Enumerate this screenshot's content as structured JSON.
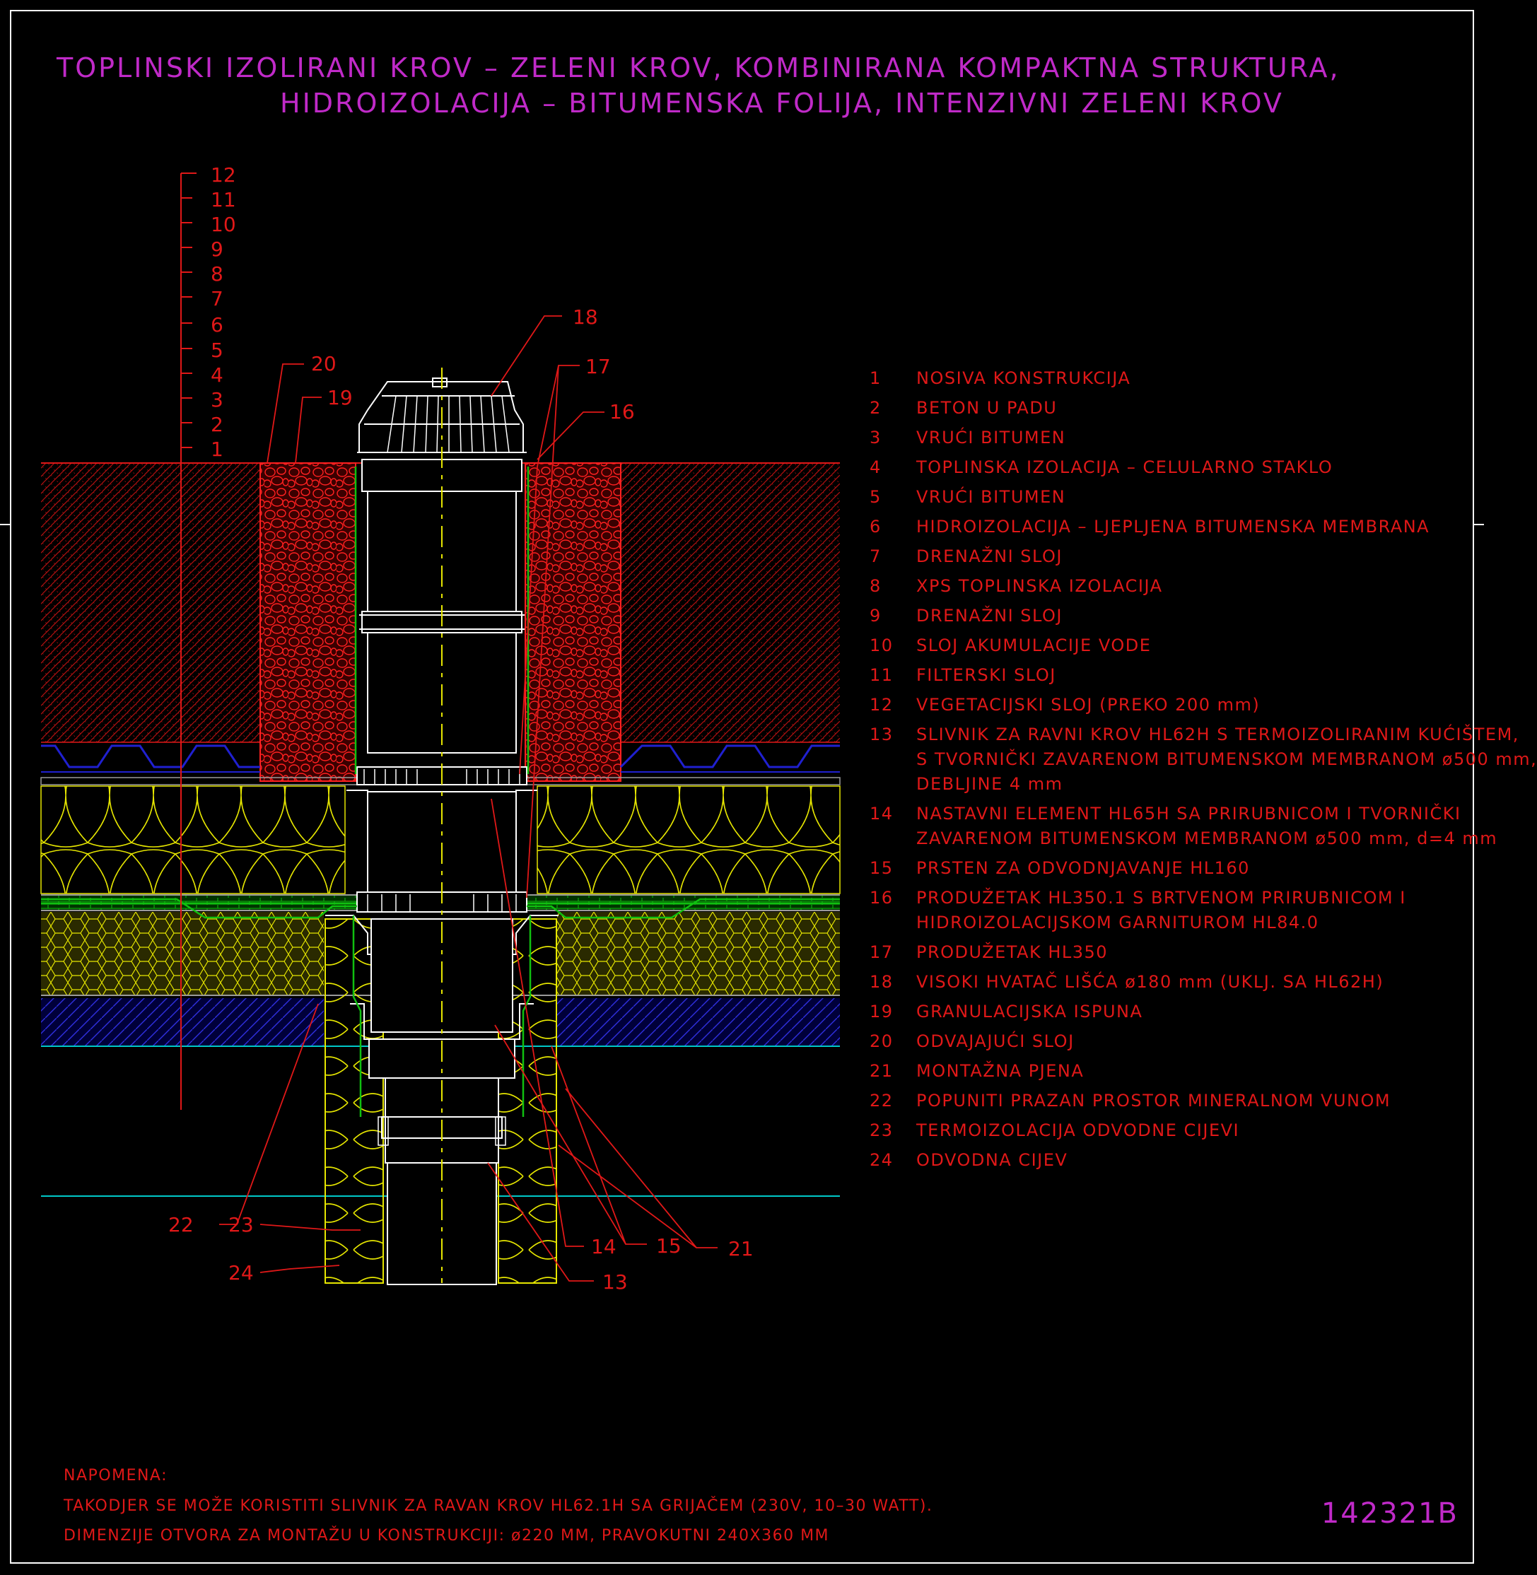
{
  "title": {
    "line1": "TOPLINSKI IZOLIRANI KROV – ZELENI KROV, KOMBINIRANA KOMPAKTNA STRUKTURA,",
    "line2": "HIDROIZOLACIJA – BITUMENSKA FOLIJA, INTENZIVNI ZELENI KROV"
  },
  "scale_labels": [
    "1",
    "2",
    "3",
    "4",
    "5",
    "6",
    "7",
    "8",
    "9",
    "10",
    "11",
    "12"
  ],
  "callouts": {
    "c13": "13",
    "c14": "14",
    "c15": "15",
    "c16": "16",
    "c17": "17",
    "c18": "18",
    "c19": "19",
    "c20": "20",
    "c21": "21",
    "c22": "22",
    "c23": "23",
    "c24": "24"
  },
  "legend": [
    {
      "num": "1",
      "text": "NOSIVA KONSTRUKCIJA"
    },
    {
      "num": "2",
      "text": "BETON U PADU"
    },
    {
      "num": "3",
      "text": "VRUĆI BITUMEN"
    },
    {
      "num": "4",
      "text": "TOPLINSKA IZOLACIJA – CELULARNO STAKLO"
    },
    {
      "num": "5",
      "text": "VRUĆI BITUMEN"
    },
    {
      "num": "6",
      "text": "HIDROIZOLACIJA – LJEPLJENA BITUMENSKA MEMBRANA"
    },
    {
      "num": "7",
      "text": "DRENAŽNI SLOJ"
    },
    {
      "num": "8",
      "text": "XPS TOPLINSKA IZOLACIJA"
    },
    {
      "num": "9",
      "text": "DRENAŽNI SLOJ"
    },
    {
      "num": "10",
      "text": "SLOJ AKUMULACIJE VODE"
    },
    {
      "num": "11",
      "text": "FILTERSKI SLOJ"
    },
    {
      "num": "12",
      "text": "VEGETACIJSKI SLOJ (PREKO 200 mm)"
    },
    {
      "num": "13",
      "text": "SLIVNIK ZA RAVNI KROV HL62H S TERMOIZOLIRANIM KUĆIŠTEM,\nS TVORNIČKI ZAVARENOM BITUMENSKOM MEMBRANOM ø500 mm,\nDEBLJINE 4 mm"
    },
    {
      "num": "14",
      "text": "NASTAVNI ELEMENT HL65H SA PRIRUBNICOM I TVORNIČKI\nZAVARENOM BITUMENSKOM MEMBRANOM ø500 mm, d=4 mm"
    },
    {
      "num": "15",
      "text": "PRSTEN ZA ODVODNJAVANJE HL160"
    },
    {
      "num": "16",
      "text": "PRODUŽETAK HL350.1 S BRTVENOM PRIRUBNICOM I\nHIDROIZOLACIJSKOM GARNITUROM HL84.0"
    },
    {
      "num": "17",
      "text": "PRODUŽETAK HL350"
    },
    {
      "num": "18",
      "text": "VISOKI HVATAČ LIŠĆA ø180 mm (UKLJ. SA HL62H)"
    },
    {
      "num": "19",
      "text": "GRANULACIJSKA ISPUNA"
    },
    {
      "num": "20",
      "text": "ODVAJAJUĆI SLOJ"
    },
    {
      "num": "21",
      "text": "MONTAŽNA PJENA"
    },
    {
      "num": "22",
      "text": "POPUNITI PRAZAN PROSTOR MINERALNOM VUNOM"
    },
    {
      "num": "23",
      "text": "TERMOIZOLACIJA ODVODNE CIJEVI"
    },
    {
      "num": "24",
      "text": "ODVODNA CIJEV"
    }
  ],
  "notes": {
    "heading": "NAPOMENA:",
    "line1": "TAKODJER SE MOŽE KORISTITI SLIVNIK ZA RAVAN KROV HL62.1H SA GRIJAČEM (230V, 10–30 WATT).",
    "line2": "DIMENZIJE OTVORA ZA MONTAŽU U KONSTRUKCIJI: ø220 MM, PRAVOKUTNI 240X360 MM"
  },
  "drawing_code": "142321B",
  "colors": {
    "red": "#e01818",
    "magenta": "#c02ac8",
    "yellow": "#e6e600",
    "green": "#10c010",
    "blue": "#2020d0",
    "cyan": "#00c8c8",
    "white": "#ffffff",
    "gray": "#9a9a9a"
  }
}
